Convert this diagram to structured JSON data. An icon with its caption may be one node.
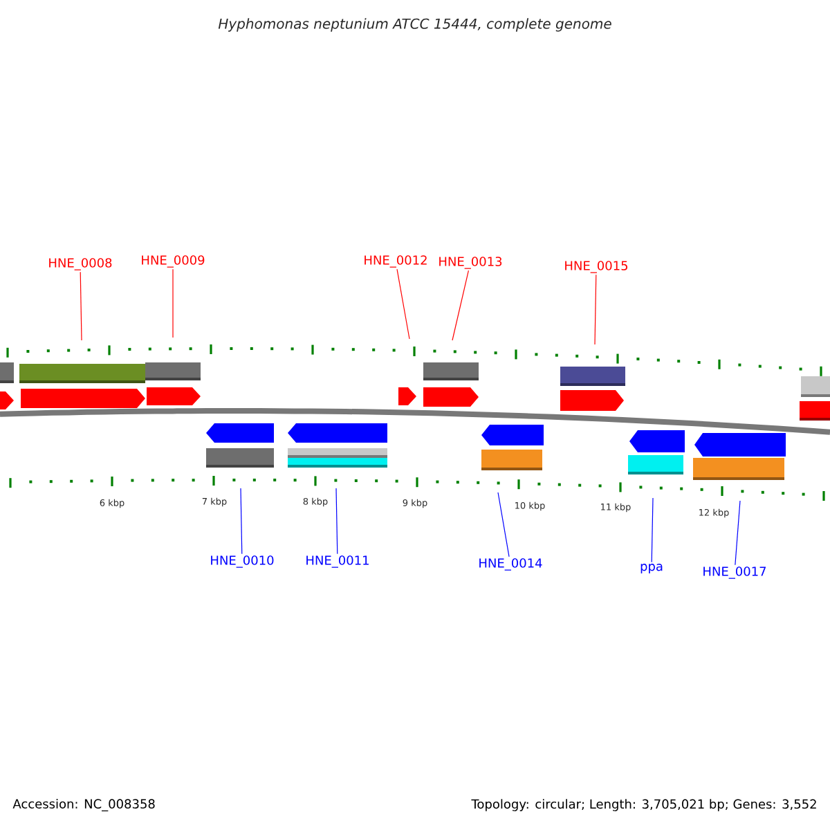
{
  "diagram": {
    "title": "Hyphomonas neptunium ATCC 15444, complete genome",
    "nodes": [
      {
        "text": [
          "HNE_0008"
        ]
      },
      {
        "text": [
          "HNE_0009"
        ]
      },
      {
        "text": [
          "HNE_0012"
        ]
      },
      {
        "text": [
          "HNE_0013"
        ]
      },
      {
        "text": [
          "HNE_0015"
        ]
      },
      {
        "text": [
          "HNE_0010"
        ]
      },
      {
        "text": [
          "HNE_0011"
        ]
      },
      {
        "text": [
          "HNE_0014"
        ]
      },
      {
        "text": [
          "ppa"
        ]
      },
      {
        "text": [
          "HNE_0017"
        ]
      }
    ],
    "edges": [
      {
        "from": 0,
        "to": null,
        "arrow": "none",
        "color": "#ff0000"
      },
      {
        "from": 1,
        "to": null,
        "arrow": "none",
        "color": "#ff0000"
      },
      {
        "from": 2,
        "to": null,
        "arrow": "none",
        "color": "#ff0000"
      },
      {
        "from": 3,
        "to": null,
        "arrow": "none",
        "color": "#ff0000"
      },
      {
        "from": 4,
        "to": null,
        "arrow": "none",
        "color": "#ff0000"
      },
      {
        "from": 5,
        "to": null,
        "arrow": "none",
        "color": "#0000ff"
      },
      {
        "from": 6,
        "to": null,
        "arrow": "none",
        "color": "#0000ff"
      },
      {
        "from": 7,
        "to": null,
        "arrow": "none",
        "color": "#0000ff"
      },
      {
        "from": 8,
        "to": null,
        "arrow": "none",
        "color": "#0000ff"
      },
      {
        "from": 9,
        "to": null,
        "arrow": "none",
        "color": "#0000ff"
      }
    ],
    "labels": [
      "6 kbp",
      "7 kbp",
      "8 kbp",
      "9 kbp",
      "10 kbp",
      "11 kbp",
      "12 kbp",
      "Accession: NC_008358",
      "Topology: circular; Length: 3,705,021 bp; Genes: 3,552"
    ]
  }
}
